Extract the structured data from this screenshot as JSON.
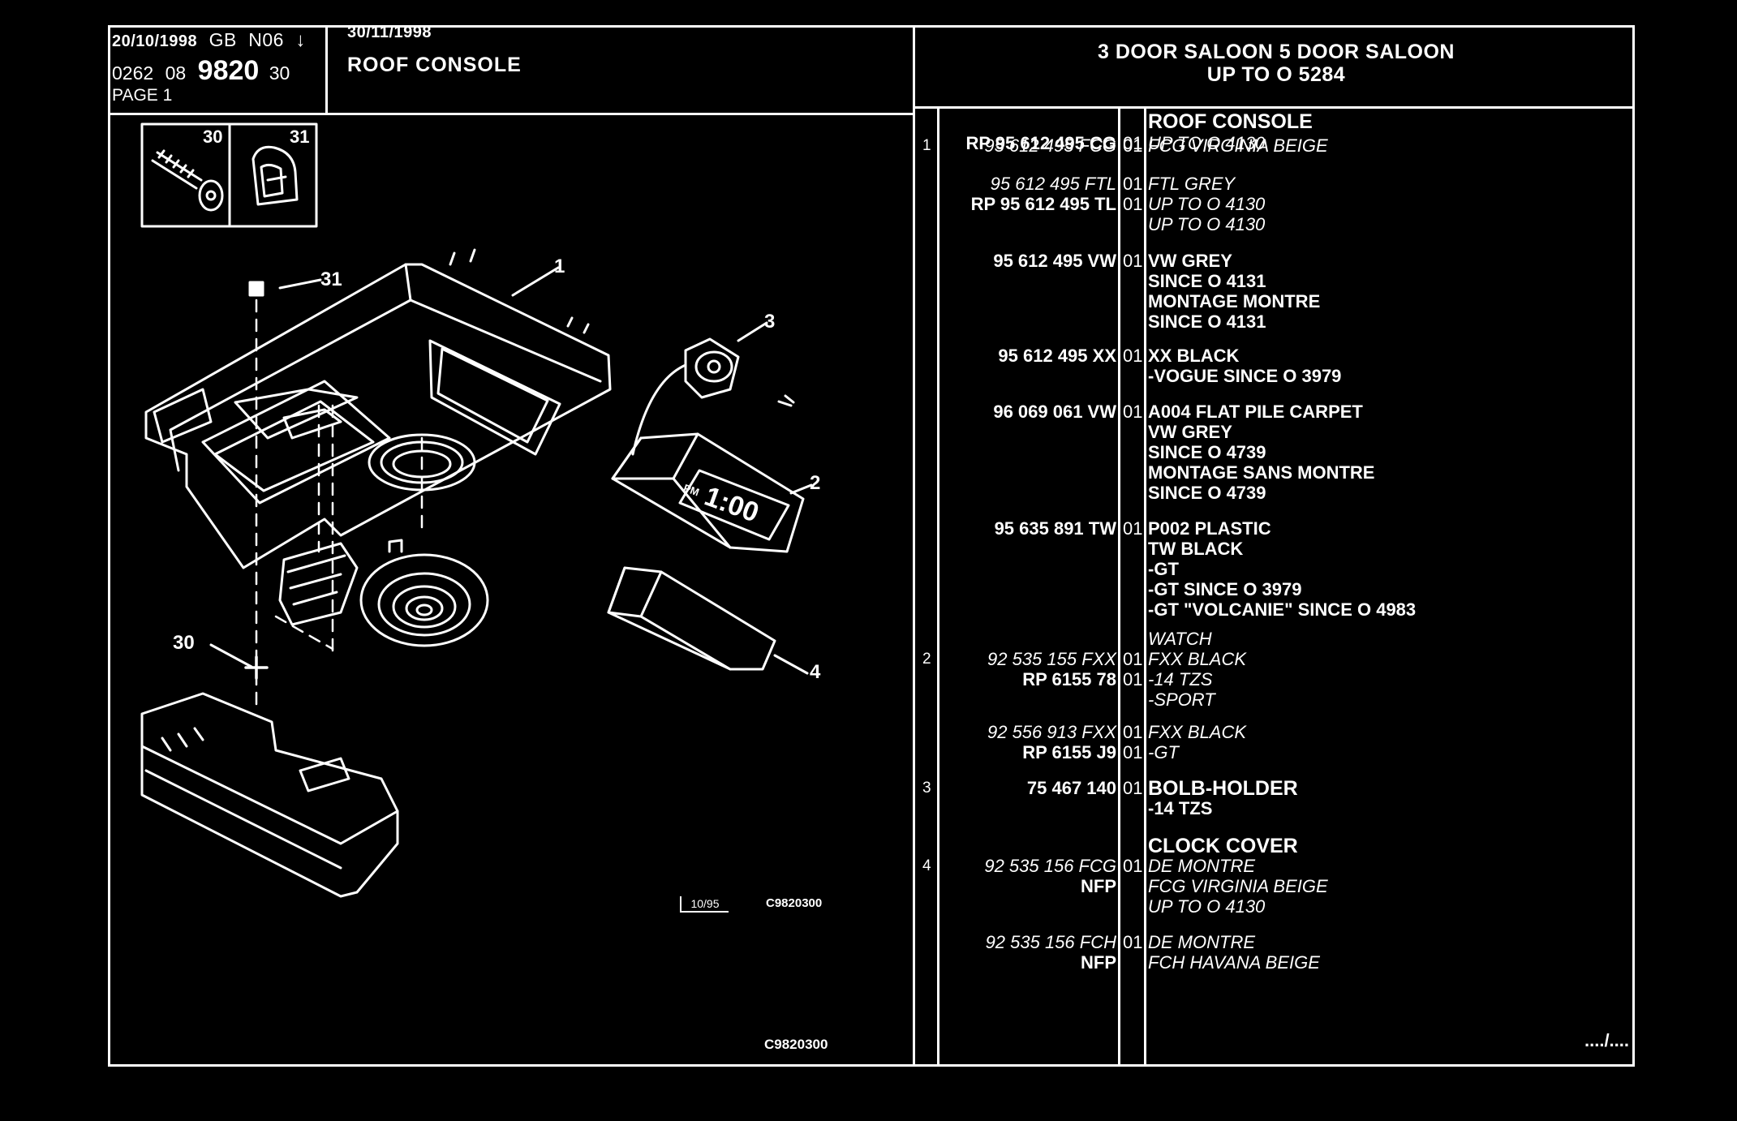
{
  "header": {
    "date1": "20/10/1998",
    "lang": "GB",
    "code": "N06",
    "arrow": "↓",
    "group": "0262",
    "sub": "08",
    "sheet": "9820",
    "sheet_suffix": "30",
    "page": "PAGE  1",
    "date2": "30/11/1998",
    "title": "ROOF CONSOLE"
  },
  "application": {
    "line1": "3 DOOR SALOON 5 DOOR SALOON",
    "line2": "UP  TO  O   5284"
  },
  "diagram": {
    "labels": {
      "l1": "1",
      "l2": "2",
      "l3": "3",
      "l4": "4",
      "l30": "30",
      "l31": "31",
      "inset30": "30",
      "inset31": "31"
    },
    "clock_display": "1:00",
    "clock_pm": "PM",
    "edition": "10/95",
    "drawing_ref": "C9820300",
    "footer_ref": "C9820300"
  },
  "parts": [
    {
      "ref": "1",
      "pn": "95 612 495 FCG",
      "qty": "01",
      "desc": "FCG VIRGINIA BEIGE",
      "head": "ROOF CONSOLE",
      "italic": true
    },
    {
      "ref": "",
      "pn": "RP  95 612 495 CG",
      "qty": "01",
      "desc": "UP  TO  O  4130",
      "italic_desc": true
    },
    {
      "ref": "",
      "pn": "95 612 495 FTL",
      "qty": "01",
      "desc": "FTL GREY",
      "italic": true
    },
    {
      "ref": "",
      "pn": "RP  95 612 495 TL",
      "qty": "01",
      "desc": "UP  TO  O  4130",
      "italic_desc": true
    },
    {
      "ref": "",
      "pn": "",
      "qty": "",
      "desc": "UP  TO  O  4130",
      "italic_desc": true
    },
    {
      "ref": "",
      "pn": "95 612 495 VW",
      "qty": "01",
      "desc": "VW GREY"
    },
    {
      "ref": "",
      "pn": "",
      "qty": "",
      "desc": "SINCE  O  4131"
    },
    {
      "ref": "",
      "pn": "",
      "qty": "",
      "desc": "MONTAGE MONTRE"
    },
    {
      "ref": "",
      "pn": "",
      "qty": "",
      "desc": "SINCE  O  4131"
    },
    {
      "ref": "",
      "pn": "95 612 495 XX",
      "qty": "01",
      "desc": "XX BLACK"
    },
    {
      "ref": "",
      "pn": "",
      "qty": "",
      "desc": "-VOGUE SINCE  O  3979"
    },
    {
      "ref": "",
      "pn": "96 069 061 VW",
      "qty": "01",
      "desc": "A004 FLAT PILE CARPET"
    },
    {
      "ref": "",
      "pn": "",
      "qty": "",
      "desc": "VW GREY"
    },
    {
      "ref": "",
      "pn": "",
      "qty": "",
      "desc": "SINCE  O  4739"
    },
    {
      "ref": "",
      "pn": "",
      "qty": "",
      "desc": "MONTAGE SANS MONTRE"
    },
    {
      "ref": "",
      "pn": "",
      "qty": "",
      "desc": "SINCE  O  4739"
    },
    {
      "ref": "",
      "pn": "95 635 891 TW",
      "qty": "01",
      "desc": "P002 PLASTIC"
    },
    {
      "ref": "",
      "pn": "",
      "qty": "",
      "desc": "TW BLACK"
    },
    {
      "ref": "",
      "pn": "",
      "qty": "",
      "desc": "-GT"
    },
    {
      "ref": "",
      "pn": "",
      "qty": "",
      "desc": "-GT SINCE  O  3979"
    },
    {
      "ref": "",
      "pn": "",
      "qty": "",
      "desc": "-GT \"VOLCANIE\" SINCE  O  4983"
    },
    {
      "ref": "",
      "pn": "",
      "qty": "",
      "desc": "WATCH",
      "italic_desc": true
    },
    {
      "ref": "2",
      "pn": "92 535 155 FXX",
      "qty": "01",
      "desc": "FXX BLACK",
      "italic": true
    },
    {
      "ref": "",
      "pn": "RP  6155 78",
      "qty": "01",
      "desc": "-14 TZS",
      "italic_desc": true
    },
    {
      "ref": "",
      "pn": "",
      "qty": "",
      "desc": "-SPORT",
      "italic_desc": true
    },
    {
      "ref": "",
      "pn": "92 556 913 FXX",
      "qty": "01",
      "desc": "FXX BLACK",
      "italic": true
    },
    {
      "ref": "",
      "pn": "RP  6155 J9",
      "qty": "01",
      "desc": "-GT",
      "italic_desc": true
    },
    {
      "ref": "3",
      "pn": "75 467 140",
      "qty": "01",
      "desc": "BOLB-HOLDER",
      "head_style": true
    },
    {
      "ref": "",
      "pn": "",
      "qty": "",
      "desc": "-14 TZS"
    },
    {
      "ref": "",
      "pn": "",
      "qty": "",
      "desc": "CLOCK COVER",
      "head_style": true
    },
    {
      "ref": "4",
      "pn": "92 535 156 FCG",
      "qty": "01",
      "desc": "DE MONTRE",
      "italic": true
    },
    {
      "ref": "",
      "pn": "NFP",
      "qty": "",
      "desc": "FCG VIRGINIA BEIGE",
      "italic_desc": true
    },
    {
      "ref": "",
      "pn": "",
      "qty": "",
      "desc": "UP  TO  O  4130",
      "italic_desc": true
    },
    {
      "ref": "",
      "pn": "92 535 156 FCH",
      "qty": "01",
      "desc": "DE MONTRE",
      "italic": true
    },
    {
      "ref": "",
      "pn": "NFP",
      "qty": "",
      "desc": "FCH HAVANA BEIGE",
      "italic_desc": true
    }
  ],
  "continued": "..../...."
}
